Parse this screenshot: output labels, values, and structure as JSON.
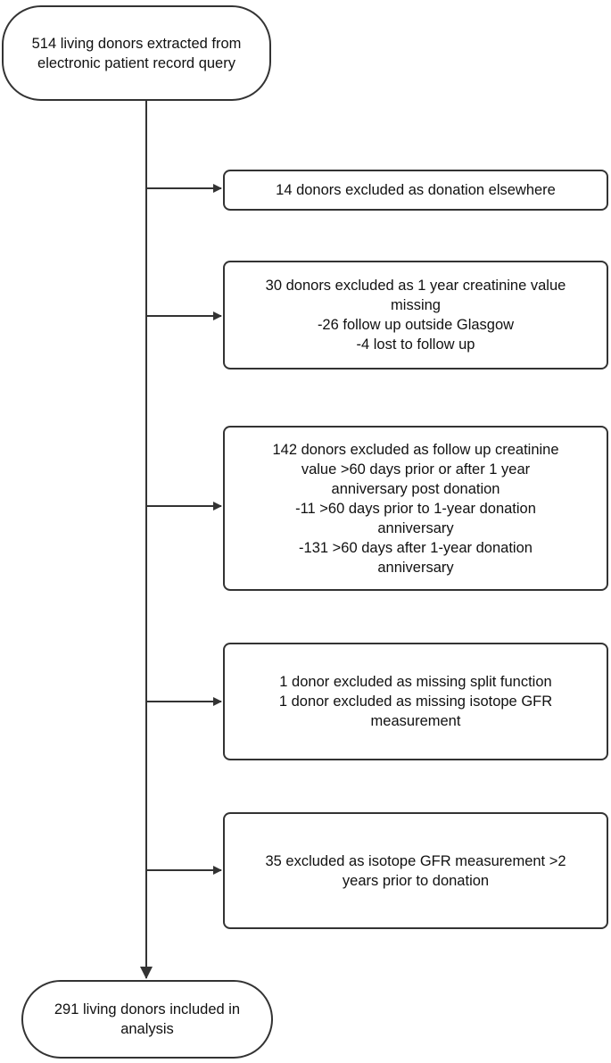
{
  "start": {
    "lines": [
      "514 living donors extracted from",
      "electronic patient record query"
    ]
  },
  "exclusions": [
    {
      "lines": [
        "14 donors excluded as donation elsewhere"
      ]
    },
    {
      "lines": [
        "30 donors excluded as 1 year creatinine value",
        "missing",
        "-26 follow up outside Glasgow",
        "-4 lost to follow up"
      ]
    },
    {
      "lines": [
        "142 donors excluded as follow up creatinine",
        "value >60 days prior or after 1 year",
        "anniversary post donation",
        "-11 >60 days prior to 1-year donation",
        "anniversary",
        "-131 >60 days after 1-year donation",
        "anniversary"
      ]
    },
    {
      "lines": [
        "1 donor excluded as missing split function",
        "1 donor excluded as missing isotope GFR",
        "measurement"
      ]
    },
    {
      "lines": [
        "35 excluded as isotope GFR measurement >2",
        "years prior to donation"
      ]
    }
  ],
  "end": {
    "lines": [
      "291 living donors included in",
      "analysis"
    ]
  }
}
